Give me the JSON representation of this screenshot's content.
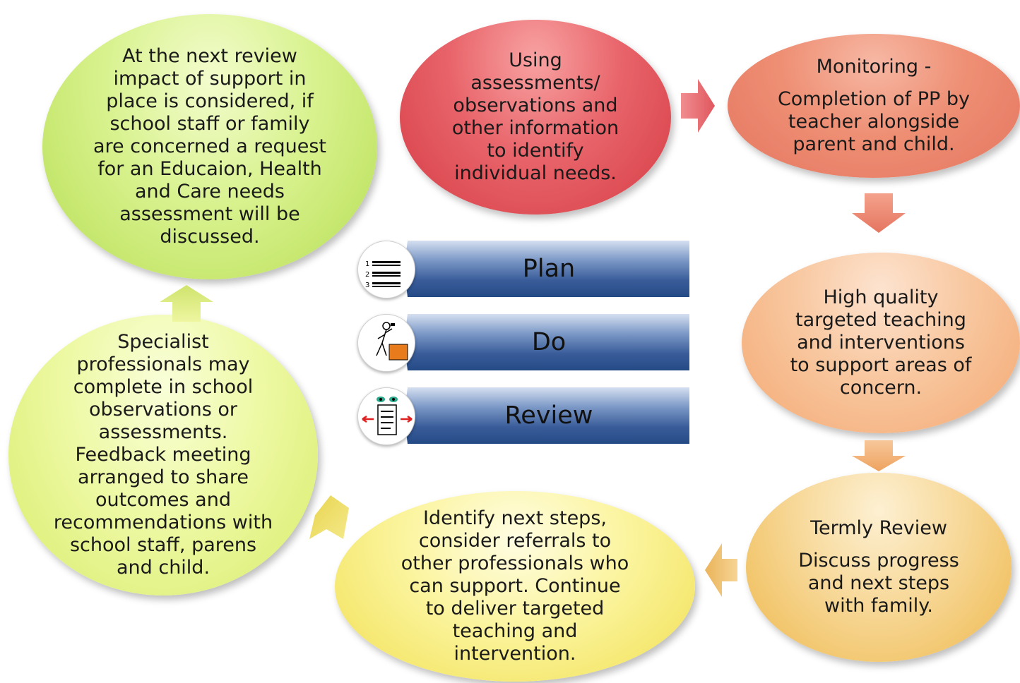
{
  "nodes": {
    "using": {
      "lines": [
        "Using",
        "assessments/",
        "observations and",
        "other information",
        "to identify",
        "individual needs."
      ]
    },
    "monitoring": {
      "title": "Monitoring -",
      "lines": [
        "Completion of PP by",
        "teacher alongside",
        "parent and child."
      ]
    },
    "high_quality": {
      "lines": [
        "High quality",
        "targeted teaching",
        "and interventions",
        "to support areas of",
        "concern."
      ]
    },
    "termly": {
      "title": "Termly Review",
      "lines": [
        "Discuss progress",
        "and next steps",
        "with family."
      ]
    },
    "identify": {
      "lines": [
        "Identify next steps,",
        "consider referrals to",
        "other professionals who",
        "can support. Continue",
        "to deliver targeted",
        "teaching and",
        "intervention."
      ]
    },
    "specialist": {
      "lines": [
        "Specialist",
        "professionals may",
        "complete in school",
        "observations or",
        "assessments.",
        "Feedback meeting",
        "arranged to share",
        "outcomes and",
        "recommendations with",
        "school staff, parens",
        "and child."
      ]
    },
    "next_review": {
      "lines": [
        "At the next review",
        "impact of support in",
        "place is considered, if",
        "school staff or family",
        "are concerned a request",
        "for an Educaion, Health",
        "and Care needs",
        "assessment will be",
        "discussed."
      ]
    }
  },
  "steps": [
    {
      "label": "Plan",
      "icon": "numbered-list-icon"
    },
    {
      "label": "Do",
      "icon": "person-working-icon"
    },
    {
      "label": "Review",
      "icon": "review-document-icon"
    }
  ],
  "colors": {
    "using": "#d63c45",
    "monitoring": "#e57560",
    "high_quality": "#f4a872",
    "termly": "#eeb84c",
    "identify": "#f1df52",
    "specialist": "#d8ec6a",
    "next_review": "#b7de54",
    "step_bar": "#244a86"
  }
}
